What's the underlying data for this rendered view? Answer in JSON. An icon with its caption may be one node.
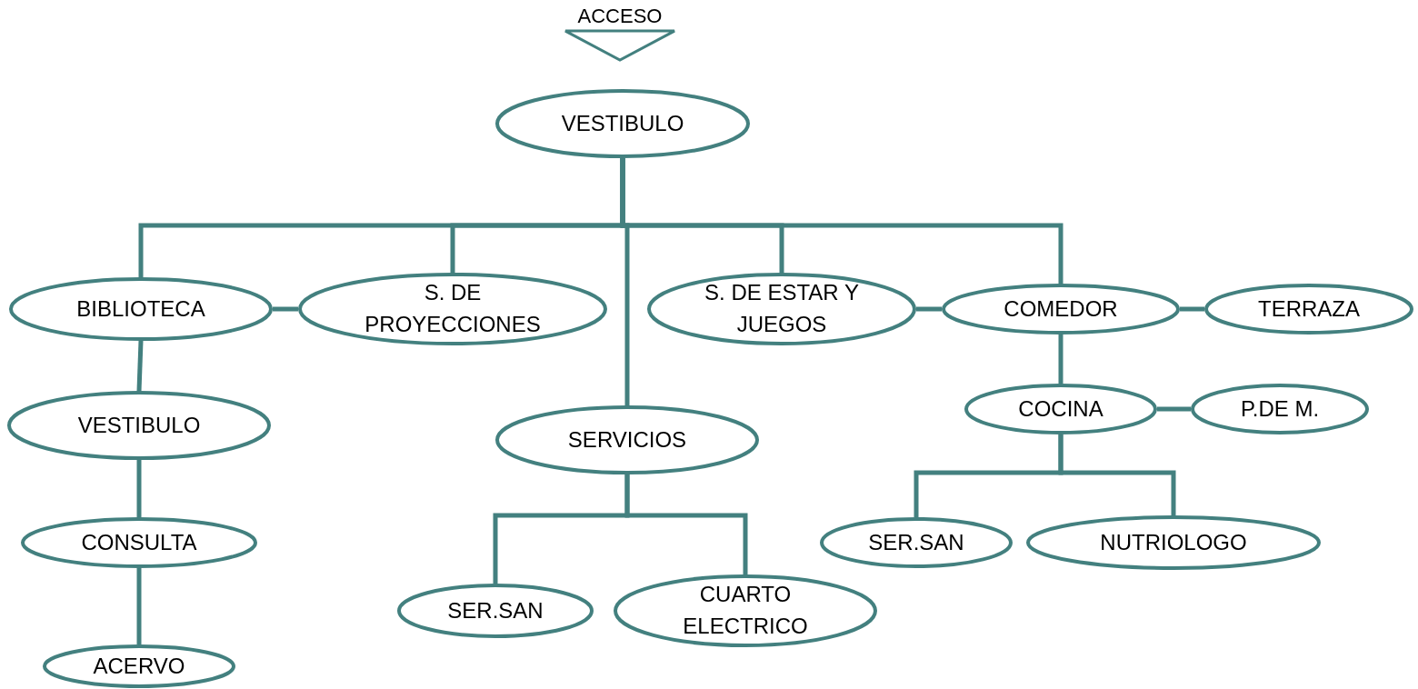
{
  "diagram": {
    "nodes": [
      {
        "text": [
          "ACCESO"
        ]
      },
      {
        "text": [
          "VESTIBULO"
        ]
      },
      {
        "text": [
          "BIBLIOTECA"
        ]
      },
      {
        "text": [
          "S. DE PROYECCIONES"
        ]
      },
      {
        "text": [
          "S. DE ESTAR Y JUEGOS"
        ]
      },
      {
        "text": [
          "COMEDOR"
        ]
      },
      {
        "text": [
          "TERRAZA"
        ]
      },
      {
        "text": [
          "VESTIBULO"
        ]
      },
      {
        "text": [
          "SERVICIOS"
        ]
      },
      {
        "text": [
          "COCINA"
        ]
      },
      {
        "text": [
          "P.DE M."
        ]
      },
      {
        "text": [
          "CONSULTA"
        ]
      },
      {
        "text": [
          "SER.SAN"
        ]
      },
      {
        "text": [
          "NUTRIOLOGO"
        ]
      },
      {
        "text": [
          "SER.SAN"
        ]
      },
      {
        "text": [
          "CUARTO ELECTRICO"
        ]
      },
      {
        "text": [
          "ACERVO"
        ]
      }
    ],
    "edges": [
      {
        "from": 1,
        "to": 2,
        "arrow": "none"
      },
      {
        "from": 1,
        "to": 3,
        "arrow": "none"
      },
      {
        "from": 1,
        "to": 8,
        "arrow": "none"
      },
      {
        "from": 1,
        "to": 4,
        "arrow": "none"
      },
      {
        "from": 1,
        "to": 5,
        "arrow": "none"
      },
      {
        "from": 2,
        "to": 3,
        "arrow": "none"
      },
      {
        "from": 4,
        "to": 5,
        "arrow": "none"
      },
      {
        "from": 5,
        "to": 6,
        "arrow": "none"
      },
      {
        "from": 5,
        "to": 9,
        "arrow": "none"
      },
      {
        "from": 9,
        "to": 10,
        "arrow": "none"
      },
      {
        "from": 2,
        "to": 7,
        "arrow": "none"
      },
      {
        "from": 7,
        "to": 11,
        "arrow": "none"
      },
      {
        "from": 11,
        "to": 16,
        "arrow": "none"
      },
      {
        "from": 8,
        "to": 14,
        "arrow": "none"
      },
      {
        "from": 8,
        "to": 15,
        "arrow": "none"
      },
      {
        "from": 9,
        "to": 12,
        "arrow": "none"
      },
      {
        "from": 9,
        "to": 13,
        "arrow": "none"
      }
    ]
  }
}
